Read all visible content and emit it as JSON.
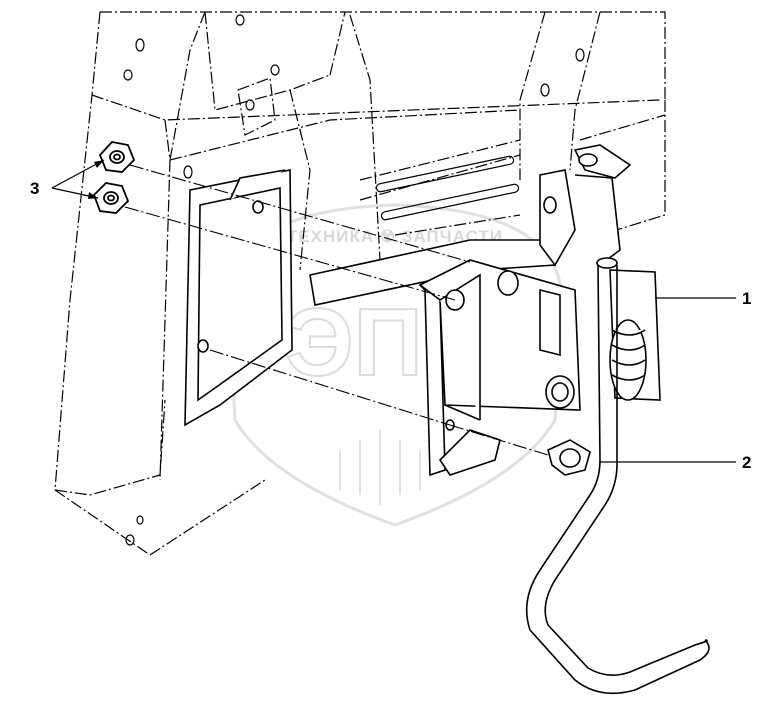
{
  "diagram": {
    "callouts": [
      {
        "id": "1",
        "label": "1"
      },
      {
        "id": "2",
        "label": "2"
      },
      {
        "id": "3",
        "label": "3"
      }
    ]
  },
  "watermark": {
    "text": "ТЕХНИКА ☢ ЗАПЧАСТИ",
    "logo_text": "ЭПФ"
  },
  "colors": {
    "line": "#000000",
    "watermark": "#d8d8d8",
    "background": "#ffffff"
  }
}
